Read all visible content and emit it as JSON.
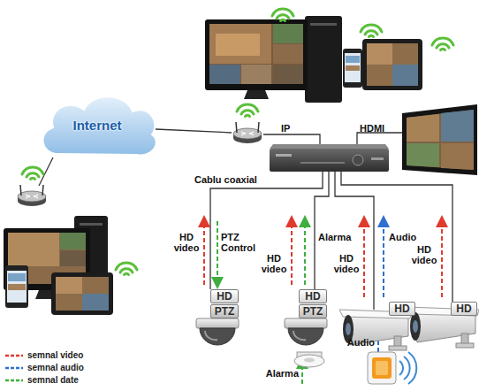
{
  "diagram": {
    "nodes": [
      {
        "text": [
          "Internet"
        ]
      },
      {
        "text": [
          "HD",
          "PTZ"
        ]
      },
      {
        "text": [
          "HD",
          "PTZ"
        ]
      },
      {
        "text": [
          "HD"
        ]
      },
      {
        "text": [
          "HD"
        ]
      }
    ],
    "labels": [
      "IP",
      "HDMI",
      "Cablu coaxial",
      "HD video",
      "PTZ Control",
      "HD video",
      "Alarma",
      "HD video",
      "Audio",
      "HD video",
      "Audio",
      "Alarma"
    ],
    "legend": [
      {
        "text": "semnal video",
        "color": "#e03a2f"
      },
      {
        "text": "semnal audio",
        "color": "#2f6fd0"
      },
      {
        "text": "semnal date",
        "color": "#3fae3f"
      }
    ]
  }
}
